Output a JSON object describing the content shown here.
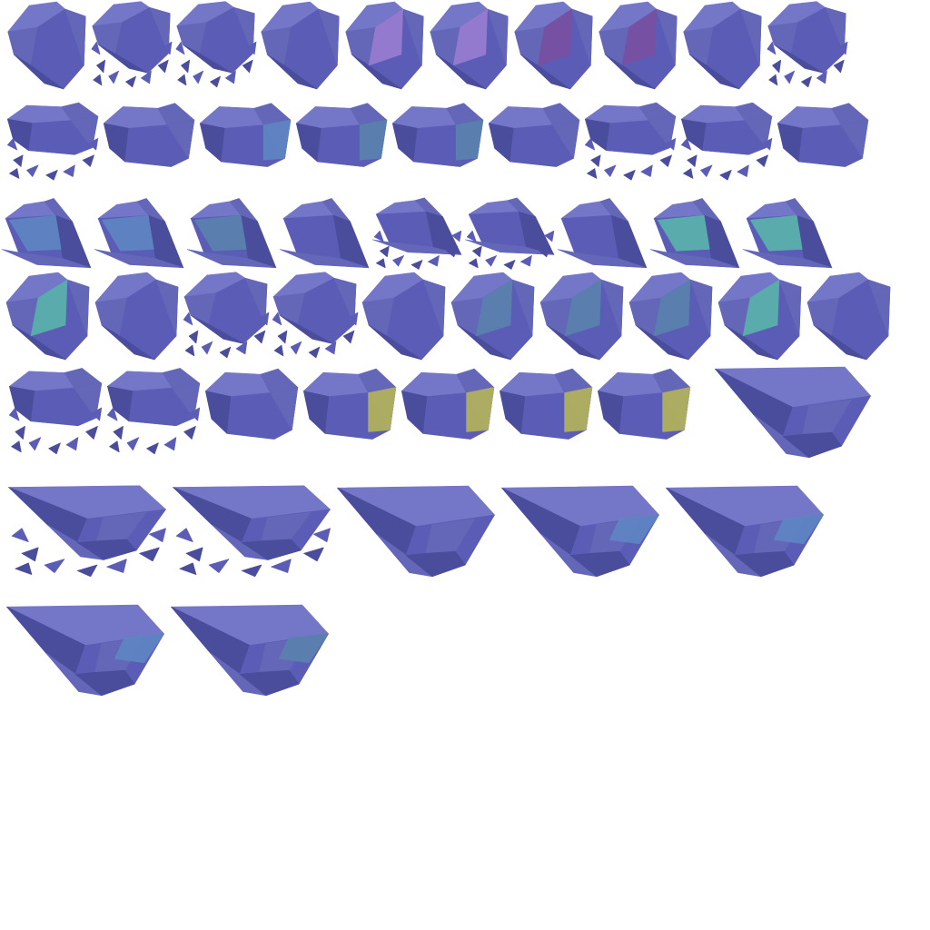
{
  "sprite_sheet": {
    "background": "#ffffff",
    "palette": {
      "base": "#5a5cb6",
      "light": "#7476c8",
      "mid": "#6466b8",
      "dark": "#4a4c9c",
      "purple_gem": "#9a7ed2",
      "magenta_gem": "#7a50a2",
      "blue_gem": "#5f86c4",
      "steel_gem": "#5a82ae",
      "teal_gem": "#5ab4ac",
      "olive_gem": "#b4b45a"
    },
    "rows": [
      {
        "shape": "rock",
        "frames": [
          {
            "crack": false,
            "hl": "none"
          },
          {
            "crack": true,
            "hl": "none"
          },
          {
            "crack": true,
            "hl": "none"
          },
          {
            "crack": false,
            "hl": "none"
          },
          {
            "crack": false,
            "hl": "purple_gem"
          },
          {
            "crack": false,
            "hl": "purple_gem"
          },
          {
            "crack": false,
            "hl": "magenta_gem"
          },
          {
            "crack": false,
            "hl": "magenta_gem"
          },
          {
            "crack": false,
            "hl": "none"
          },
          {
            "crack": true,
            "hl": "none"
          }
        ]
      },
      {
        "shape": "chunk",
        "frames": [
          {
            "crack": true,
            "hl": "none"
          },
          {
            "crack": false,
            "hl": "none"
          },
          {
            "crack": false,
            "hl": "blue_gem"
          },
          {
            "crack": false,
            "hl": "steel_gem"
          },
          {
            "crack": false,
            "hl": "steel_gem"
          },
          {
            "crack": false,
            "hl": "none"
          },
          {
            "crack": true,
            "hl": "none"
          },
          {
            "crack": true,
            "hl": "none"
          },
          {
            "crack": false,
            "hl": "none"
          }
        ]
      },
      {
        "shape": "shard",
        "frames": [
          {
            "crack": false,
            "hl": "blue_gem"
          },
          {
            "crack": false,
            "hl": "blue_gem"
          },
          {
            "crack": false,
            "hl": "steel_gem"
          },
          {
            "crack": false,
            "hl": "none"
          },
          {
            "crack": true,
            "hl": "none"
          },
          {
            "crack": true,
            "hl": "none"
          },
          {
            "crack": false,
            "hl": "none"
          },
          {
            "crack": false,
            "hl": "teal_gem"
          },
          {
            "crack": false,
            "hl": "teal_gem"
          }
        ]
      },
      {
        "shape": "rock",
        "frames": [
          {
            "crack": false,
            "hl": "teal_gem"
          },
          {
            "crack": false,
            "hl": "none"
          },
          {
            "crack": true,
            "hl": "none"
          },
          {
            "crack": true,
            "hl": "none"
          },
          {
            "crack": false,
            "hl": "none"
          },
          {
            "crack": false,
            "hl": "steel_gem"
          },
          {
            "crack": false,
            "hl": "steel_gem"
          },
          {
            "crack": false,
            "hl": "steel_gem"
          },
          {
            "crack": false,
            "hl": "teal_gem"
          },
          {
            "crack": false,
            "hl": "none"
          }
        ]
      },
      {
        "shape": "chunk",
        "frames": [
          {
            "crack": true,
            "hl": "none"
          },
          {
            "crack": true,
            "hl": "none"
          },
          {
            "crack": false,
            "hl": "none"
          },
          {
            "crack": false,
            "hl": "olive_gem"
          },
          {
            "crack": false,
            "hl": "olive_gem"
          },
          {
            "crack": false,
            "hl": "olive_gem"
          },
          {
            "crack": false,
            "hl": "olive_gem"
          }
        ]
      },
      {
        "shape": "boulder",
        "frames": [
          {
            "crack": false,
            "hl": "none"
          }
        ]
      },
      {
        "shape": "boulder",
        "frames": [
          {
            "crack": true,
            "hl": "none"
          },
          {
            "crack": true,
            "hl": "none"
          },
          {
            "crack": false,
            "hl": "none"
          },
          {
            "crack": false,
            "hl": "blue_gem"
          },
          {
            "crack": false,
            "hl": "blue_gem"
          }
        ]
      },
      {
        "shape": "boulder",
        "frames": [
          {
            "crack": false,
            "hl": "blue_gem"
          },
          {
            "crack": false,
            "hl": "steel_gem"
          }
        ]
      }
    ]
  }
}
